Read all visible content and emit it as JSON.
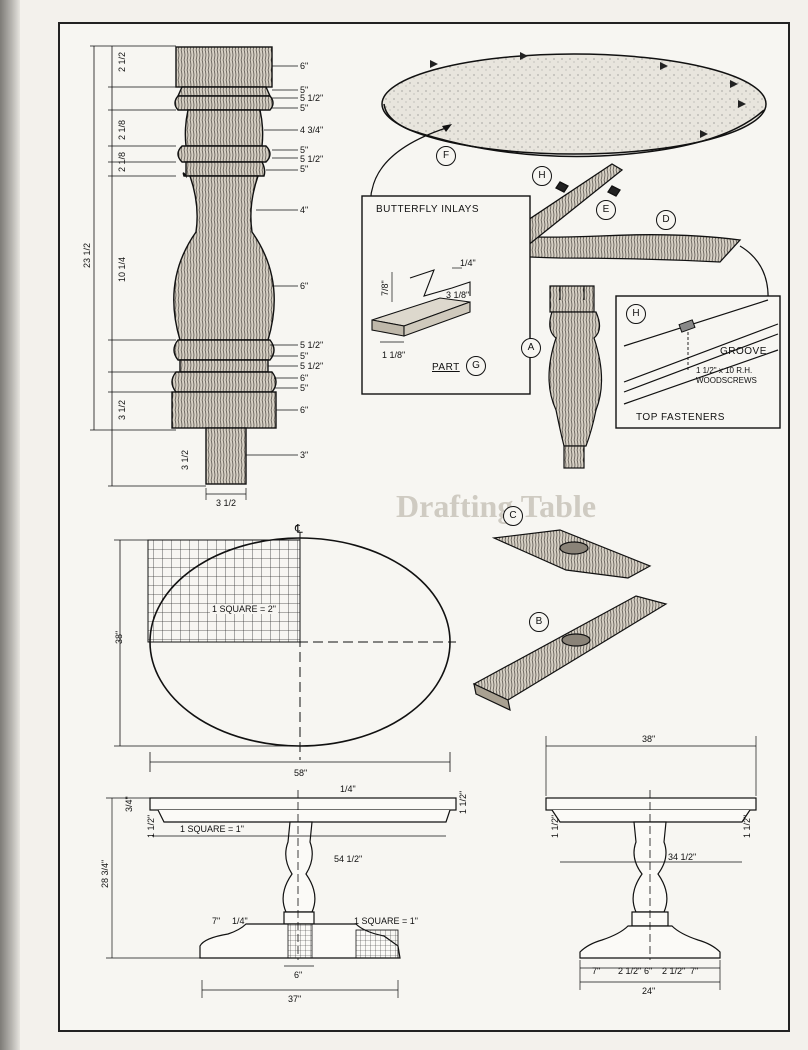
{
  "background_title": "Drafting Table",
  "spindle_dims": {
    "overall_height": "23 1/2",
    "segment_10": "10 1/4",
    "segment_2a": "2 1/2",
    "segment_2b": "2 1/8",
    "segment_2c": "2 1/8",
    "segment_3": "3 1/2",
    "segment_tenon": "3 1/2",
    "tenon_width": "3 1/2",
    "diameters": [
      "6\"",
      "5\"",
      "5 1/2\"",
      "5\"",
      "4 3/4\"",
      "5\"",
      "5 1/2\"",
      "5\"",
      "4\"",
      "6\"",
      "5 1/2\"",
      "5\"",
      "5 1/2\"",
      "6\"",
      "5\"",
      "6\"",
      "3\""
    ]
  },
  "inset_butterfly": {
    "title": "BUTTERFLY INLAYS",
    "dim_depth": "7/8\"",
    "dim_thickness": "1/4\"",
    "dim_length": "3 1/8\"",
    "dim_width": "1 1/8\"",
    "part_label": "PART",
    "part_letter": "G"
  },
  "inset_fasteners": {
    "title": "TOP FASTENERS",
    "groove_label": "GROOVE",
    "screw_line1": "1 1/2\" x 10 R.H.",
    "screw_line2": "WOODSCREWS",
    "part_letter": "H"
  },
  "part_letters": [
    "A",
    "B",
    "C",
    "D",
    "E",
    "F",
    "H"
  ],
  "grid_plan": {
    "scale_label": "1 SQUARE = 2\"",
    "width_dim": "58\"",
    "height_dim": "38\"",
    "centerline": "℄"
  },
  "front_elevation": {
    "top_thickness": "3/4\"",
    "apron_depth": "1 1/2\"",
    "small_dim": "1/4\"",
    "scale_label": "1 SQUARE = 1\"",
    "apron_length": "54 1/2\"",
    "height": "28 3/4\"",
    "foot_dim_a": "7\"",
    "foot_dim_b": "1/4\"",
    "foot_scale": "1 SQUARE = 1\"",
    "post_width": "6\"",
    "overall_length": "37\""
  },
  "side_elevation": {
    "top_width": "38\"",
    "apron_depth": "1 1/2\"",
    "apron_length": "34 1/2\"",
    "foot_dims": [
      "7\"",
      "2 1/2\"",
      "6\"",
      "2 1/2\"",
      "7\""
    ],
    "overall": "24\""
  }
}
